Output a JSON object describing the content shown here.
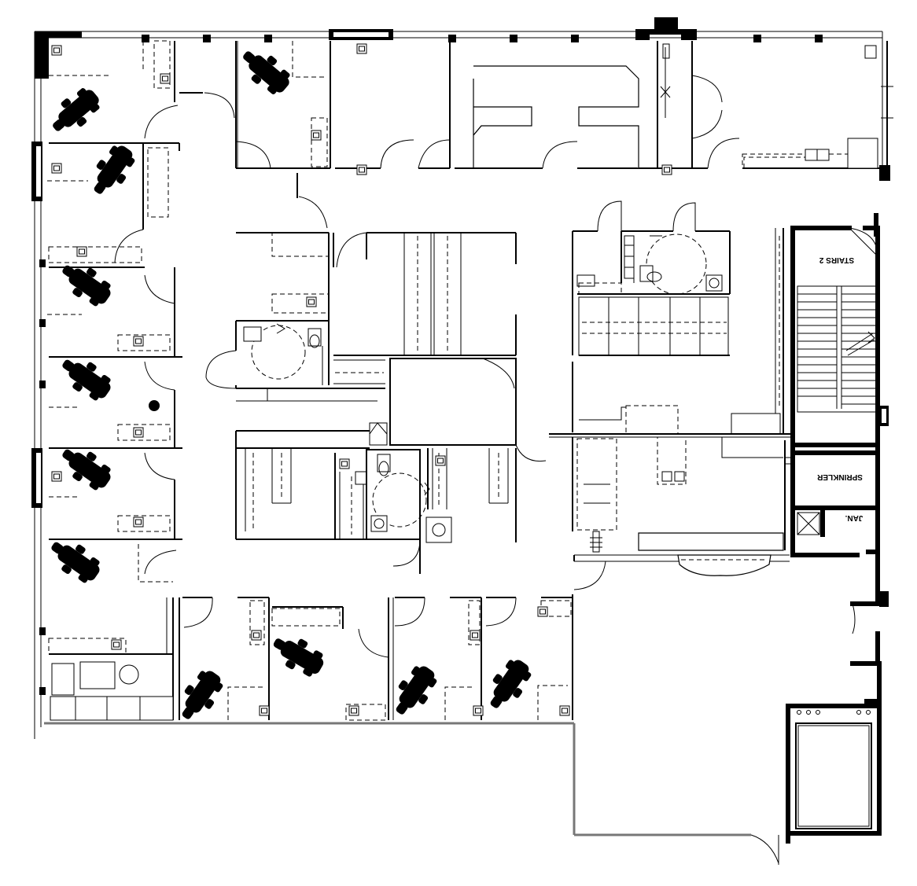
{
  "plan": {
    "labels": {
      "stairs": "STAIRS 2",
      "sprinkler": "SPRINKLER",
      "jan": "JAN."
    },
    "colors": {
      "line": "#000000",
      "background": "#ffffff",
      "exterior_wall_gray": "#777777"
    },
    "symbols": [
      "dental-chair-icon",
      "sink-icon",
      "toilet-icon",
      "stair-icon",
      "column-icon"
    ]
  }
}
